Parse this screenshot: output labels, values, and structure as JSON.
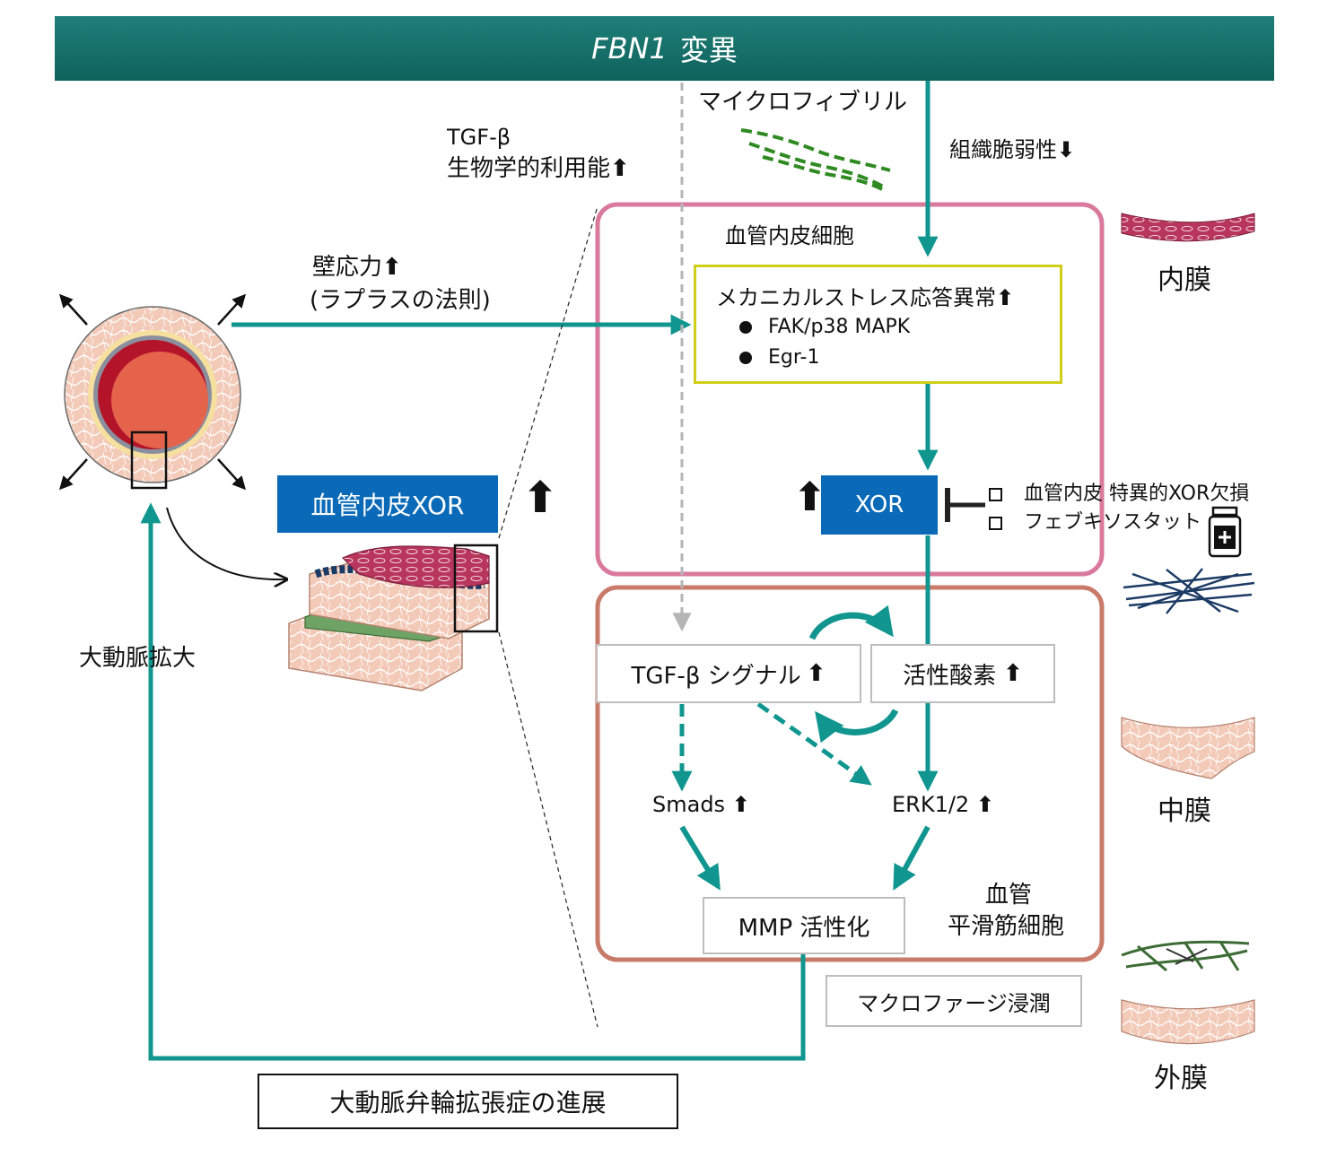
{
  "banner": {
    "gene": "FBN1",
    "text": "変異"
  },
  "microfibril": "マイクロフィブリル",
  "tgf_bio": {
    "line1": "TGF-β",
    "line2": "生物学的利用能"
  },
  "tissue_fragility": "組織脆弱性",
  "wall_stress": {
    "line1": "壁応力",
    "line2": "(ラプラスの法則)"
  },
  "endothelial_cell": "血管内皮細胞",
  "mechano": {
    "title": "メカニカルストレス応答異常",
    "items": [
      "FAK/p38 MAPK",
      "Egr-1"
    ]
  },
  "xor": "XOR",
  "endothelial_xor": "血管内皮XOR",
  "inhibitors": [
    "血管内皮 特異的XOR欠損",
    "フェブキソスタット"
  ],
  "tgf_signal": "TGF-β シグナル",
  "ros": "活性酸素",
  "smads": "Smads",
  "erk": "ERK1/2",
  "mmp": "MMP 活性化",
  "smc": {
    "line1": "血管",
    "line2": "平滑筋細胞"
  },
  "macrophage": "マクロファージ浸潤",
  "aortic_dilation": "大動脈拡大",
  "progression": "大動脈弁輪拡張症の進展",
  "layers": {
    "intima": "内膜",
    "media": "中膜",
    "adventitia": "外膜"
  },
  "arrows": {
    "up": "⬆",
    "down": "⬇"
  },
  "colors": {
    "teal": "#10968f",
    "banner": "#136d66",
    "blue": "#0a6ab8",
    "pink": "#d97a9c",
    "brown": "#c97b6a",
    "yellow": "#cfcf1a"
  }
}
